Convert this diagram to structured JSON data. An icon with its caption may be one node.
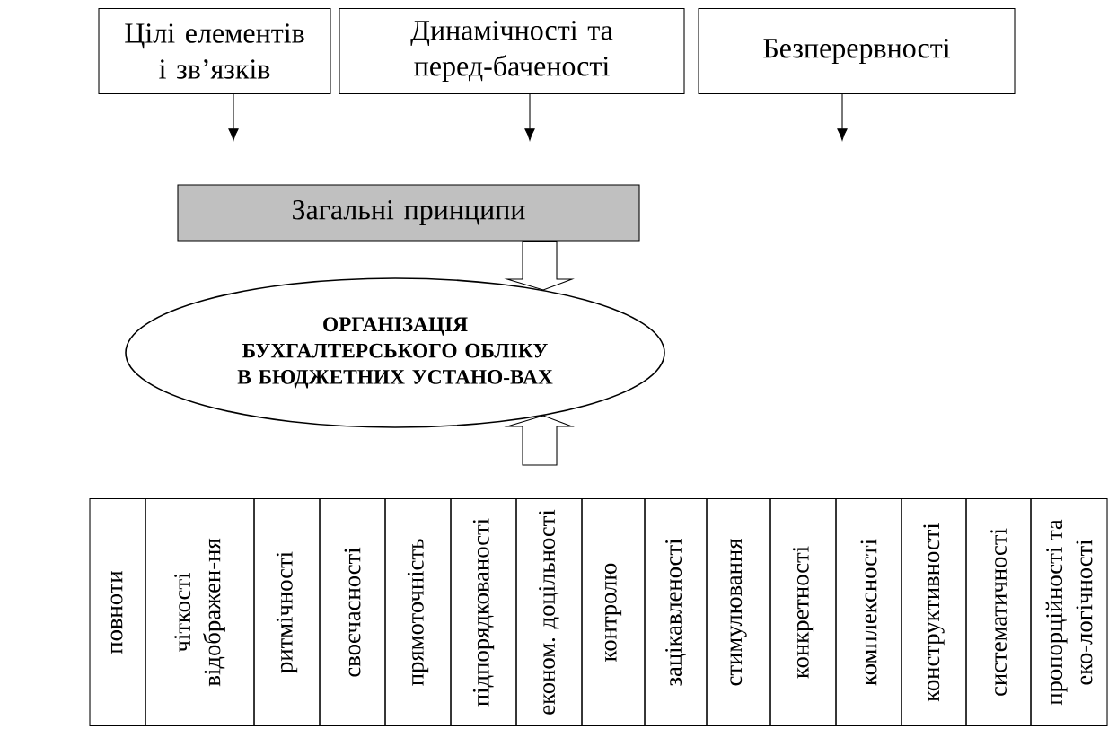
{
  "diagram": {
    "nodes": [
      {
        "text": [
          "Цілі елементів і зв’язків"
        ]
      },
      {
        "text": [
          "Динамічності та перед-баченості"
        ]
      },
      {
        "text": [
          "Безперервності"
        ]
      },
      {
        "text": [
          "Загальні принципи"
        ]
      },
      {
        "text": [
          "ОРГАНІЗАЦІЯ БУХГАЛТЕРСЬКОГО ОБЛІКУ В БЮДЖЕТНИХ УСТАНО-ВАХ"
        ]
      },
      {
        "text": [
          "повноти"
        ]
      },
      {
        "text": [
          "чіткості відображен-ня"
        ]
      },
      {
        "text": [
          "ритмічності"
        ]
      },
      {
        "text": [
          "своєчасності"
        ]
      },
      {
        "text": [
          "прямоточність"
        ]
      },
      {
        "text": [
          "підпорядкованості"
        ]
      },
      {
        "text": [
          "економ. доцільності"
        ]
      },
      {
        "text": [
          "контролю"
        ]
      },
      {
        "text": [
          "зацікавленості"
        ]
      },
      {
        "text": [
          "стимулювання"
        ]
      },
      {
        "text": [
          "конкретності"
        ]
      },
      {
        "text": [
          "комплексності"
        ]
      },
      {
        "text": [
          "конструктивності"
        ]
      },
      {
        "text": [
          "систематичності"
        ]
      },
      {
        "text": [
          "пропорційності та еко-логічності"
        ]
      }
    ],
    "edges": [
      {
        "from": 0,
        "to": null,
        "arrow": "to"
      },
      {
        "from": 1,
        "to": null,
        "arrow": "to"
      },
      {
        "from": 2,
        "to": null,
        "arrow": "to"
      },
      {
        "from": 3,
        "to": 4,
        "arrow": "to",
        "style": "thick"
      },
      {
        "from": null,
        "to": 4,
        "arrow": "to",
        "style": "thick"
      }
    ]
  }
}
